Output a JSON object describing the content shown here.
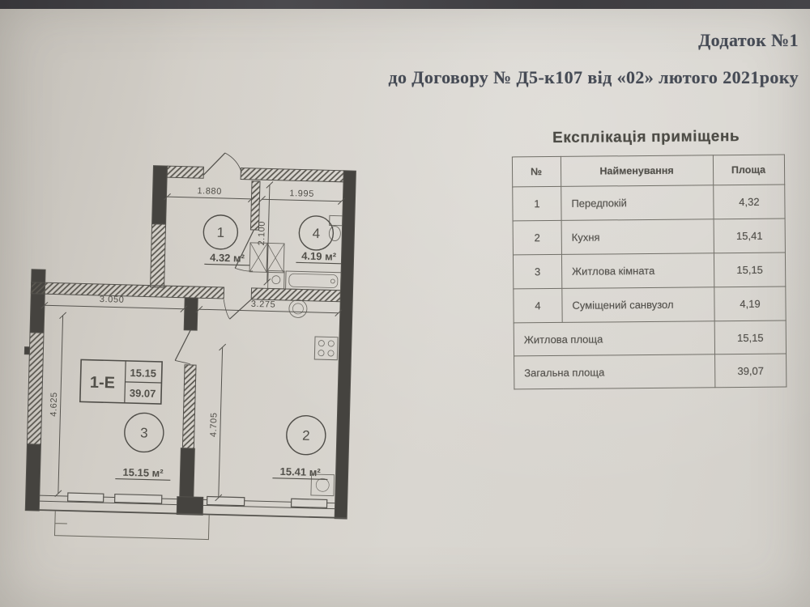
{
  "document": {
    "appendix_title": "Додаток №1",
    "contract_line": "до Договору № Д5-к107 від «02» лютого 2021року"
  },
  "explication": {
    "title": "Експлікація приміщень",
    "columns": {
      "num": "№",
      "name": "Найменування",
      "area": "Площа"
    },
    "rows": [
      {
        "num": "1",
        "name": "Передпокій",
        "area": "4,32"
      },
      {
        "num": "2",
        "name": "Кухня",
        "area": "15,41"
      },
      {
        "num": "3",
        "name": "Житлова кімната",
        "area": "15,15"
      },
      {
        "num": "4",
        "name": "Суміщений санвузол",
        "area": "4,19"
      }
    ],
    "summary": [
      {
        "name": "Житлова площа",
        "area": "15,15"
      },
      {
        "name": "Загальна площа",
        "area": "39,07"
      }
    ]
  },
  "floor_plan": {
    "type_label": "1-Е",
    "type_living_area": "15.15",
    "type_total_area": "39.07",
    "rooms": [
      {
        "number": "1",
        "area_label": "4.32 м²"
      },
      {
        "number": "2",
        "area_label": "15.41 м²"
      },
      {
        "number": "3",
        "area_label": "15.15 м²"
      },
      {
        "number": "4",
        "area_label": "4.19 м²"
      }
    ],
    "dimensions": {
      "top_left": "1.880",
      "top_right": "1.995",
      "vertical_upper": "2.100",
      "mid_left": "3.050",
      "mid_right": "3.275",
      "vertical_left": "4.625",
      "vertical_mid": "4.705"
    }
  }
}
